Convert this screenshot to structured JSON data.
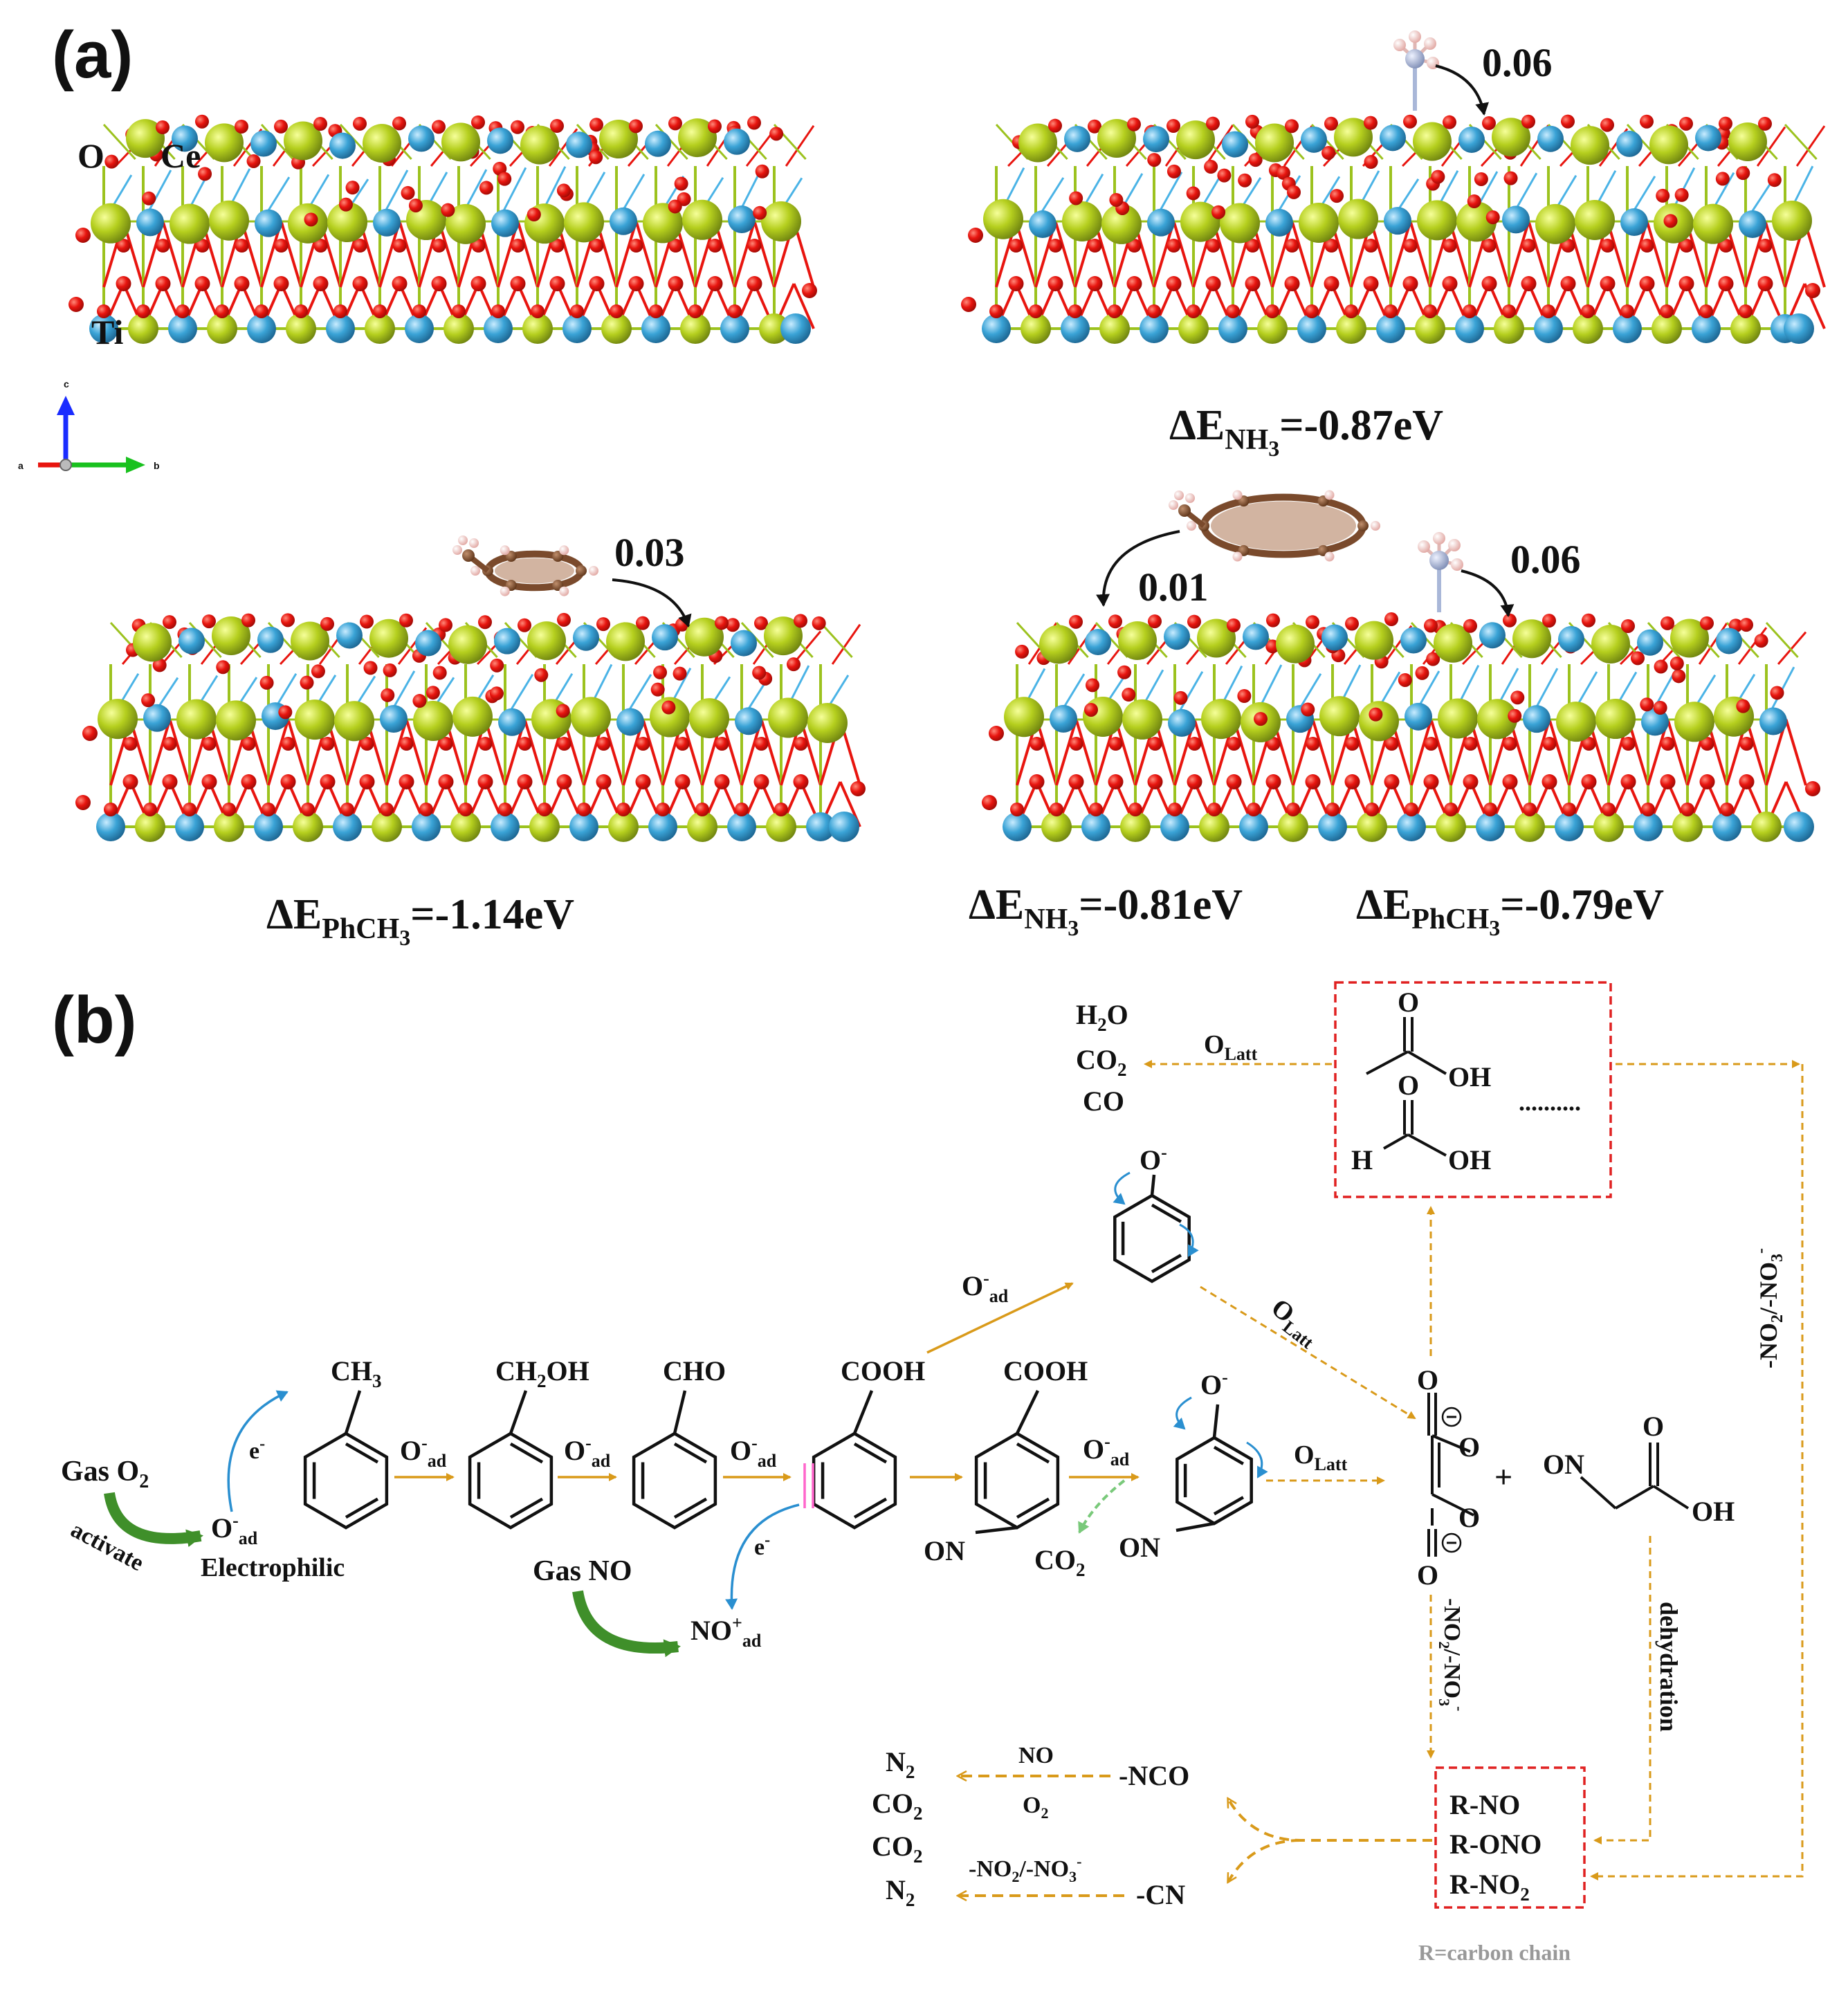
{
  "panel_a": {
    "label": "(a)",
    "atoms": {
      "o": "O",
      "ce": "Ce",
      "ti": "Ti"
    },
    "axes": {
      "a": "a",
      "b": "b",
      "c": "c"
    },
    "slab2": {
      "transfer": "0.06",
      "energy_main": "ΔE",
      "energy_sub": "NH",
      "energy_sub2": "3",
      "energy_value": "=-0.87eV"
    },
    "slab3": {
      "transfer": "0.03",
      "energy_main": "ΔE",
      "energy_sub": "PhCH",
      "energy_sub2": "3",
      "energy_value": "=-1.14eV"
    },
    "slab4": {
      "transfer_left": "0.01",
      "transfer_right": "0.06",
      "energy1_main": "ΔE",
      "energy1_sub": "NH",
      "energy1_sub2": "3",
      "energy1_value": "=-0.81eV",
      "energy2_main": "ΔE",
      "energy2_sub": "PhCH",
      "energy2_sub2": "3",
      "energy2_value": "=-0.79eV"
    },
    "colors": {
      "oxygen": "#e8150f",
      "cerium": "#b5cf1e",
      "titanium": "#3aa3d6",
      "carbon": "#7a4a2c",
      "hydrogen": "#f2c9c6",
      "nitrogen": "#a9b7d8"
    }
  },
  "panel_b": {
    "label": "(b)",
    "gas_o2": "Gas O",
    "gas_o2_sub": "2",
    "activate": "activate",
    "oad": "O",
    "oad_sup": "-",
    "oad_sub": "ad",
    "electrophilic": "Electrophilic",
    "electron": "e",
    "electron_sup": "-",
    "ch3": "CH",
    "ch3_sub": "3",
    "ch2oh": "CH",
    "ch2oh_sub": "2",
    "ch2oh_tail": "OH",
    "cho": "CHO",
    "cooh": "COOH",
    "gas_no": "Gas NO",
    "no_ad": "NO",
    "no_ad_sup": "+",
    "no_ad_sub": "ad",
    "on": "ON",
    "co2": "CO",
    "co2_sub": "2",
    "phenoxide": "O",
    "phenoxide_sup": "-",
    "olatt": "O",
    "olatt_sub": "Latt",
    "plus": "+",
    "oh": "OH",
    "o": "O",
    "h": "H",
    "dots": "..........",
    "products_top": [
      "H2O",
      "CO2",
      "CO"
    ],
    "h2o": "H",
    "h2o_sub": "2",
    "h2o_tail": "O",
    "co_plain": "CO",
    "no2no3_a": "-NO",
    "no2no3_sub": "2",
    "no2no3_b": "/-NO",
    "no2no3_sub2": "3",
    "no2no3_sup": "-",
    "dehydration": "dehydration",
    "rno": "R-NO",
    "rono": "R-ONO",
    "rno2": "R-NO",
    "rno2_sub": "2",
    "r_def": "R=carbon chain",
    "nco": "-NCO",
    "cn": "-CN",
    "no_label": "NO",
    "o2_label": "O",
    "o2_sub": "2",
    "n2": "N",
    "n2_sub": "2",
    "colors": {
      "arrow": "#d99a1a",
      "blue": "#2a8fd0",
      "green": "#3f8f2a",
      "box": "#e02020",
      "pink": "#ff66cc",
      "grey": "#999999"
    }
  }
}
